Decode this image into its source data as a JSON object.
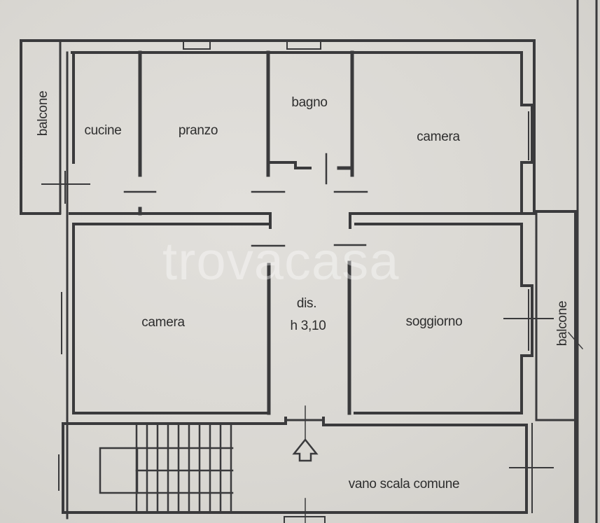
{
  "plan": {
    "rooms": [
      {
        "id": "balcone-left",
        "label": "balcone",
        "orientation": "vertical"
      },
      {
        "id": "cucina",
        "label": "cucine"
      },
      {
        "id": "pranzo",
        "label": "pranzo"
      },
      {
        "id": "bagno",
        "label": "bagno"
      },
      {
        "id": "camera-top-right",
        "label": "camera"
      },
      {
        "id": "camera-left",
        "label": "camera"
      },
      {
        "id": "disimpegno",
        "label": "dis.",
        "height_label": "h 3,10"
      },
      {
        "id": "soggiorno",
        "label": "soggiorno"
      },
      {
        "id": "balcone-right",
        "label": "balcone",
        "orientation": "vertical"
      },
      {
        "id": "vano-scala",
        "label": "vano scala comune"
      }
    ],
    "watermark": "trovacasa",
    "colors": {
      "wall": "#3a3a3c",
      "paper": "#dcdad5",
      "text": "#2e2e2e"
    }
  }
}
